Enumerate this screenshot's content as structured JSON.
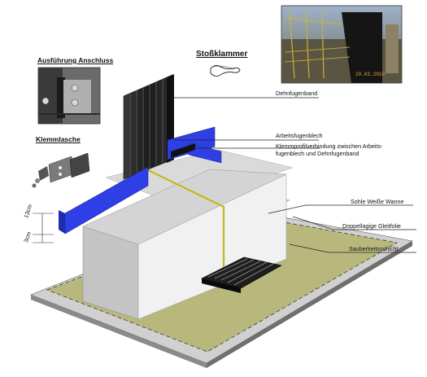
{
  "headings": {
    "anschluss": "Ausführung Anschluss",
    "klemmlasche": "Klemmlasche",
    "stossklammer": "Stoßklammer"
  },
  "callouts": {
    "dehnfugenband": "Dehnfugenband",
    "arbeitsfugenblech": "Arbeitsfugenblech",
    "klemmprofil_line1": "Klemmprofilverbindung zwischen Arbeits-",
    "klemmprofil_line2": "fugenblech und Dehnfugenband",
    "sohle": "Sohle Weiße Wanne",
    "gleitfolie": "Doppellagige Gleitfolie",
    "sauberkeitsschicht": "Sauberkeitsschicht"
  },
  "dimensions": {
    "top": "13cm",
    "bottom": "3cm"
  },
  "photo": {
    "date_stamp": "20.03.2010"
  },
  "colors": {
    "blue_sheet": "#2f3fe6",
    "joint_band": "#2a2a2a",
    "yellow_line": "#d8d23a",
    "slab_top": "#d4d4d4",
    "slab_front": "#c4c4c4",
    "slab_side": "#f0f0f0",
    "foil": "#b8b77a",
    "base": "#7f7f7f"
  }
}
